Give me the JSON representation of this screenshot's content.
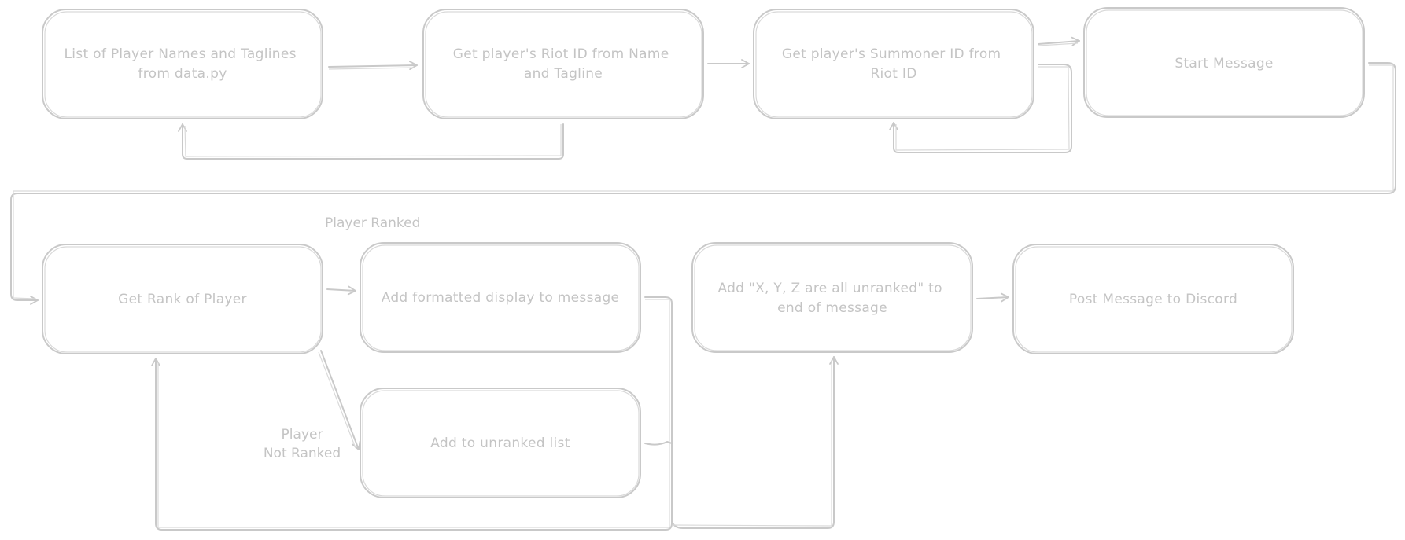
{
  "nodes": [
    {
      "id": "list-players",
      "lines": [
        "List of Player Names and Taglines",
        "from data.py"
      ]
    },
    {
      "id": "get-riot-id",
      "lines": [
        "Get player's Riot ID from Name",
        "and Tagline"
      ]
    },
    {
      "id": "get-summoner-id",
      "lines": [
        "Get player's Summoner ID from",
        "Riot ID"
      ]
    },
    {
      "id": "start-message",
      "lines": [
        "Start Message"
      ]
    },
    {
      "id": "get-rank",
      "lines": [
        "Get Rank of Player"
      ]
    },
    {
      "id": "add-formatted",
      "lines": [
        "Add formatted display to message"
      ]
    },
    {
      "id": "add-unranked-text",
      "lines": [
        "Add \"X, Y, Z are all unranked\" to",
        "end of message"
      ]
    },
    {
      "id": "post-discord",
      "lines": [
        "Post Message to Discord"
      ]
    },
    {
      "id": "add-unranked-list",
      "lines": [
        "Add to unranked list"
      ]
    }
  ],
  "edge_labels": {
    "player_ranked": "Player Ranked",
    "player_not_ranked_1": "Player",
    "player_not_ranked_2": "Not Ranked"
  }
}
